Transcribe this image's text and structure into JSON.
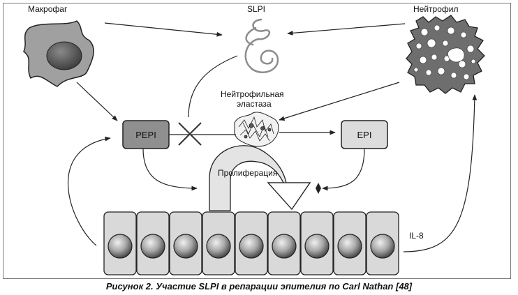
{
  "labels": {
    "macrophage": "Макрофаг",
    "slpi": "SLPI",
    "neutrophil": "Нейтрофил",
    "elastase_line1": "Нейтрофильная",
    "elastase_line2": "эластаза",
    "pepi": "PEPI",
    "epi": "EPI",
    "proliferation": "Пролиферация",
    "il8": "IL-8"
  },
  "caption": "Рисунок 2. Участие SLPI в репарации эпителия по Carl Nathan [48]",
  "epithelium": {
    "cell_count": 9
  },
  "colors": {
    "stroke": "#222222",
    "cell_fill": "#d9d9d9",
    "pepi_fill": "#8f8f8f",
    "epi_fill": "#dcdcdc",
    "macrophage_fill": "#a0a0a0",
    "neutrophil_fill": "#6e6e6e",
    "slpi_stroke": "#8c8c8c"
  }
}
